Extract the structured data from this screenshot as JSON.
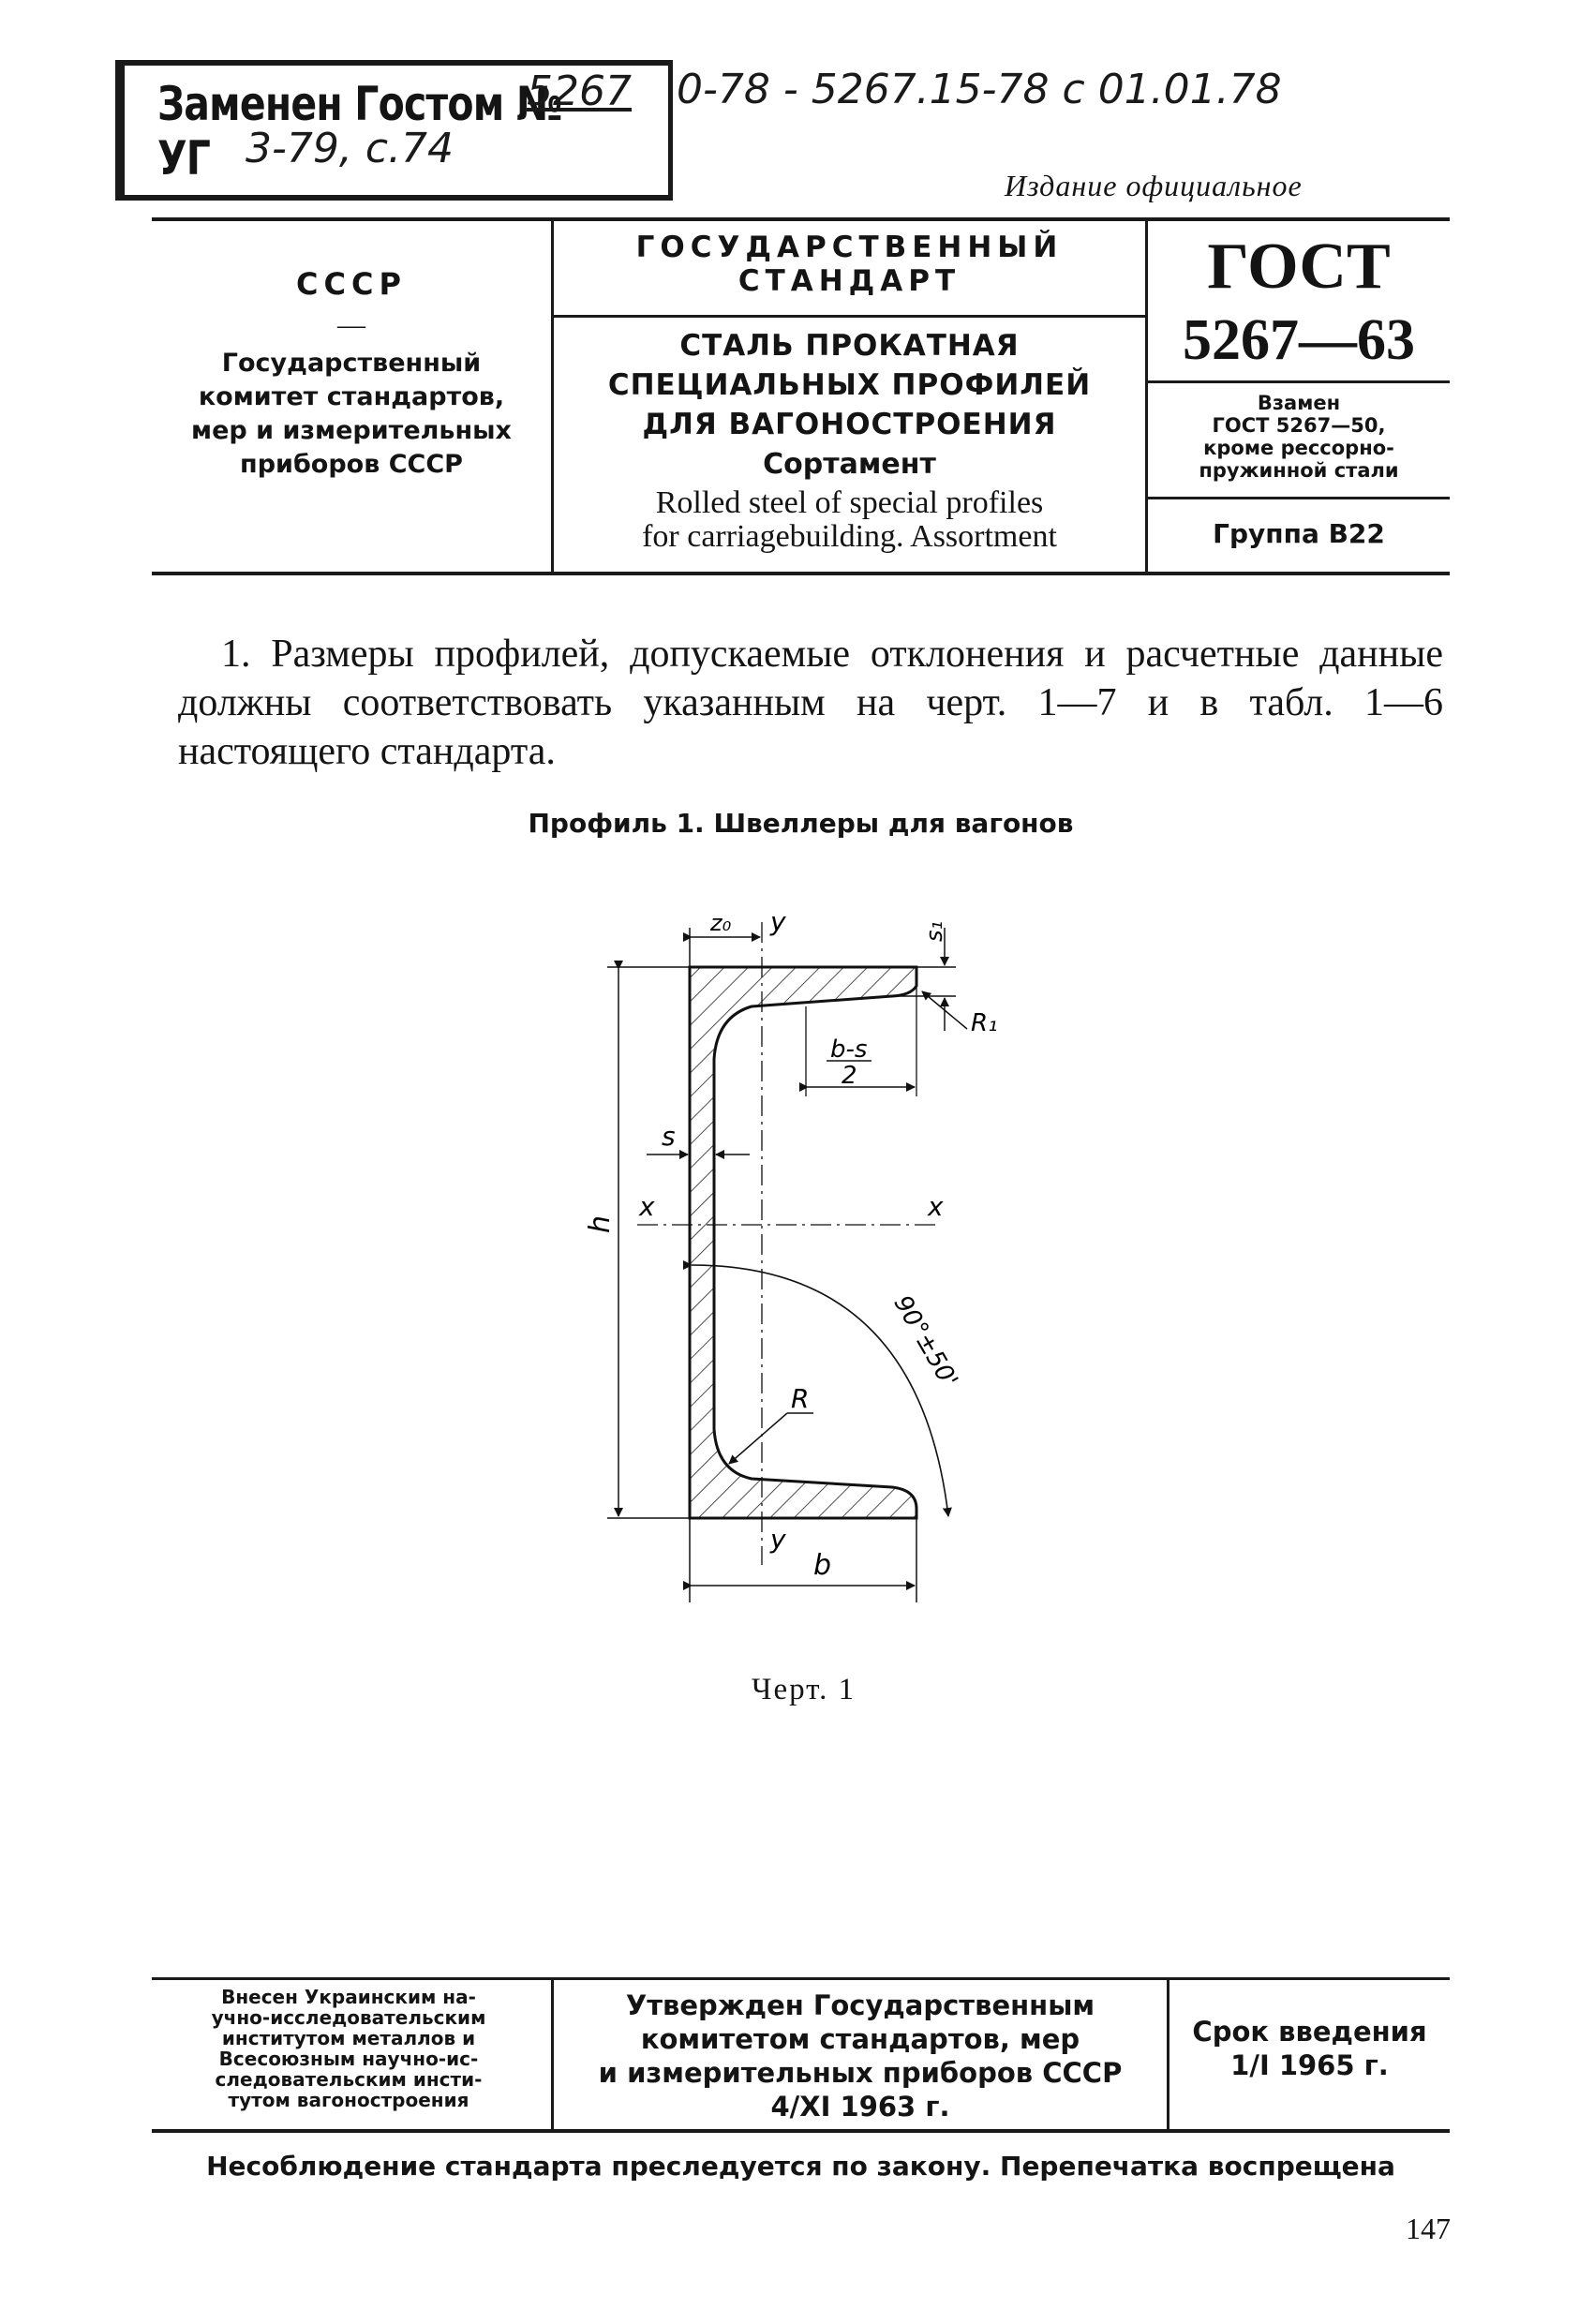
{
  "stamp": {
    "printed_line1": "Заменен Гостом №",
    "handwritten_line1_number": "5267",
    "handwritten_line1_rest": "0-78 - 5267.15-78 с 01.01.78",
    "printed_line2": "УГ",
    "handwritten_line2": "3-79, с.74"
  },
  "edition": "Издание официальное",
  "header": {
    "left": {
      "country": "СССР",
      "dash": "—",
      "committee": [
        "Государственный",
        "комитет стандартов,",
        "мер и измерительных",
        "приборов СССР"
      ]
    },
    "middle": {
      "state_standard": [
        "ГОСУДАРСТВЕННЫЙ",
        "СТАНДАРТ"
      ],
      "title_ru": [
        "СТАЛЬ ПРОКАТНАЯ",
        "СПЕЦИАЛЬНЫХ ПРОФИЛЕЙ",
        "ДЛЯ ВАГОНОСТРОЕНИЯ"
      ],
      "subtitle_ru": "Сортамент",
      "title_en": [
        "Rolled steel of special profiles",
        "for carriagebuilding. Assortment"
      ]
    },
    "right": {
      "gost_label": "ГОСТ",
      "gost_number": "5267—63",
      "replaces": [
        "Взамен",
        "ГОСТ 5267—50,",
        "кроме рессорно-",
        "пружинной стали"
      ],
      "group": "Группа В22"
    }
  },
  "body": {
    "paragraph": "1. Размеры профилей, допускаемые отклонения и расчетные данные должны соответствовать указанным на черт. 1—7 и в табл. 1—6 настоящего стандарта.",
    "figure_caption": "Профиль 1. Швеллеры для вагонов",
    "figure_labels": {
      "z0": "z₀",
      "y_top": "y",
      "s1": "s₁",
      "r1": "R₁",
      "b_minus_s": "b-s",
      "two": "2",
      "s": "s",
      "h": "h",
      "x_left": "x",
      "x_right": "x",
      "angle": "90°±50'",
      "r": "R",
      "y_bottom": "y",
      "b": "b"
    },
    "chert": "Черт. 1"
  },
  "footer": {
    "introduced": [
      "Внесен Украинским на-",
      "учно-исследовательским",
      "институтом металлов и",
      "Всесоюзным научно-ис-",
      "следовательским инсти-",
      "тутом вагоностроения"
    ],
    "approved": [
      "Утвержден Государственным",
      "комитетом стандартов, мер",
      "и измерительных приборов СССР",
      "4/XI 1963 г."
    ],
    "effective": [
      "Срок введения",
      "1/I 1965 г."
    ],
    "notice": "Несоблюдение стандарта преследуется по закону. Перепечатка воспрещена",
    "page_number": "147"
  }
}
